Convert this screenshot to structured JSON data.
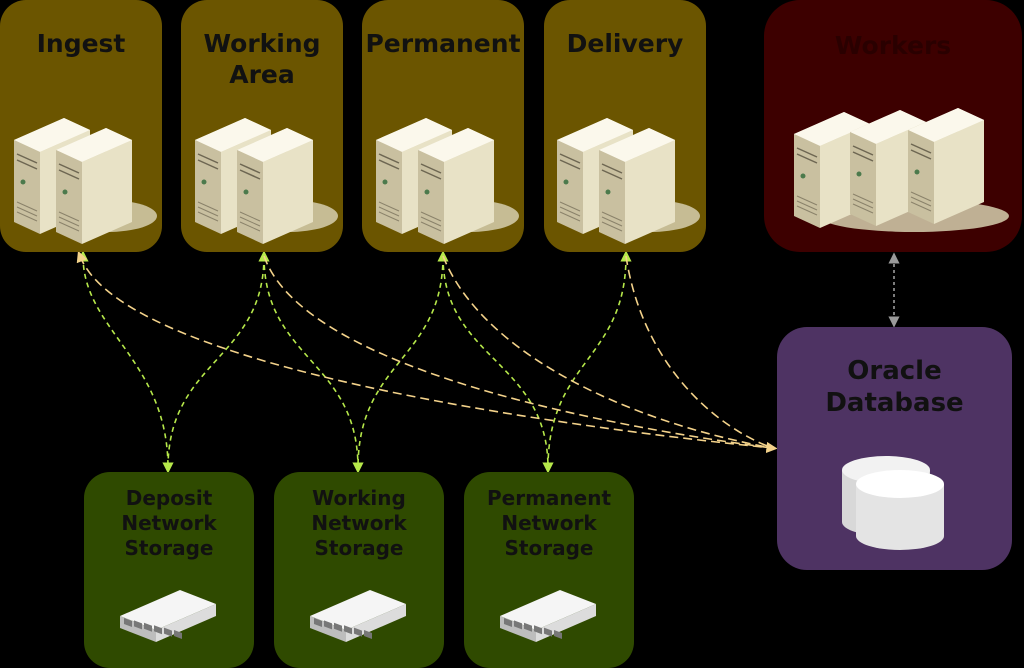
{
  "servers": [
    {
      "label": "Ingest"
    },
    {
      "label": "Working\nArea"
    },
    {
      "label": "Permanent"
    },
    {
      "label": "Delivery"
    }
  ],
  "workers": {
    "label": "Workers"
  },
  "storage": [
    {
      "label": "Deposit\nNetwork\nStorage"
    },
    {
      "label": "Working\nNetwork\nStorage"
    },
    {
      "label": "Permanent\nNetwork\nStorage"
    }
  ],
  "database": {
    "label": "Oracle\nDatabase"
  },
  "colors": {
    "server_box": "#6b5500",
    "workers_box": "#3d0000",
    "storage_box": "#2f4a00",
    "database_box": "#4e3363",
    "storage_link": "#b6e84a",
    "database_link": "#f3d28a",
    "workers_link": "#9a9a9a"
  }
}
